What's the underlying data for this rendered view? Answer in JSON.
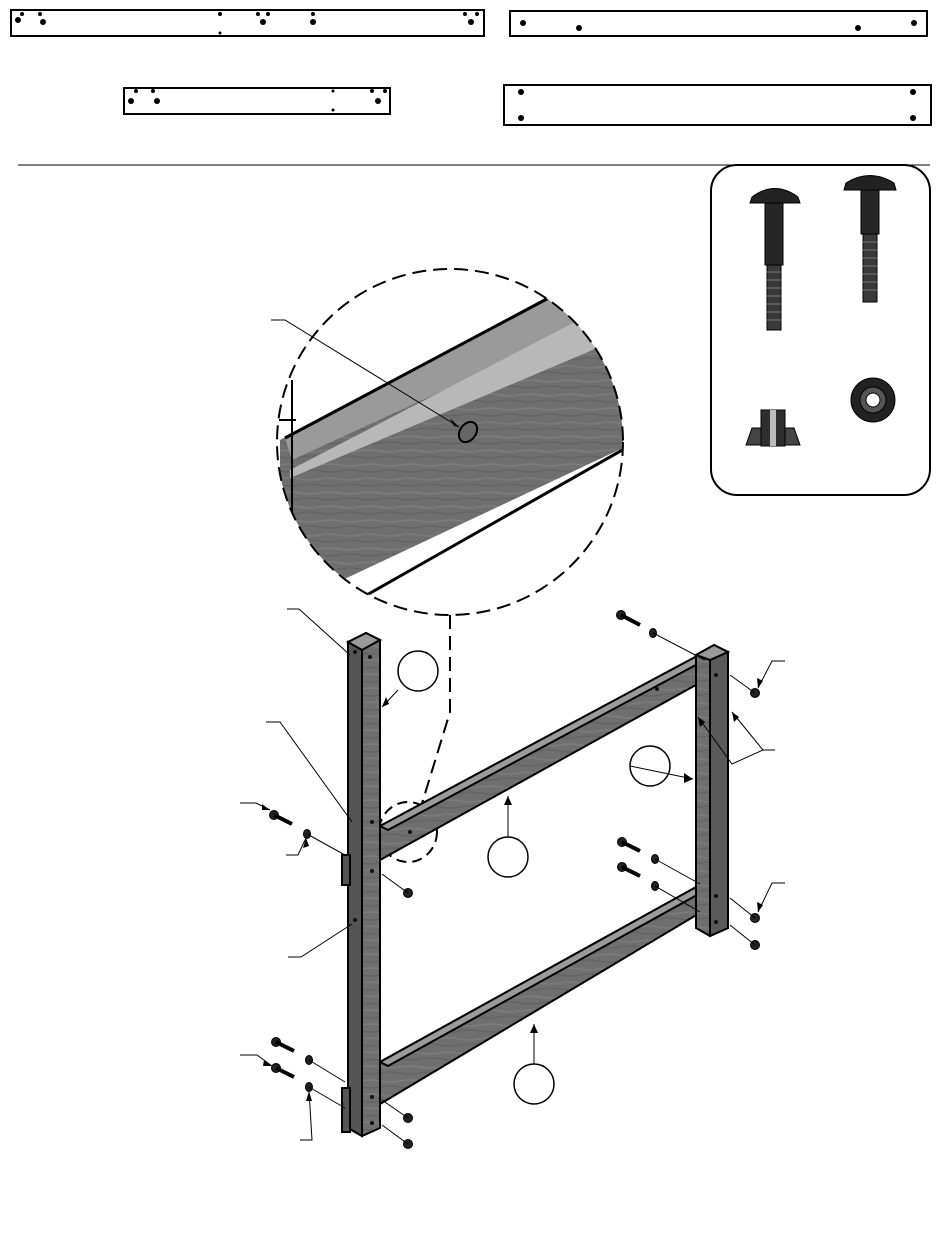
{
  "diagram": {
    "type": "assembly-instruction",
    "parts_rows": 2,
    "callout_circles_unlabeled": 4,
    "leader_lines_unlabeled": 10
  },
  "hardware_panel": {
    "items": [
      "long-bolt-icon",
      "short-bolt-icon",
      "t-nut-icon",
      "lock-nut-icon"
    ]
  },
  "colors": {
    "line": "#000000",
    "board_fill": "#ffffff",
    "wood_light": "#8f8f8f",
    "wood_mid": "#6e6e6e",
    "wood_dark": "#4a4a4a",
    "hardware": "#2a2a2a"
  }
}
